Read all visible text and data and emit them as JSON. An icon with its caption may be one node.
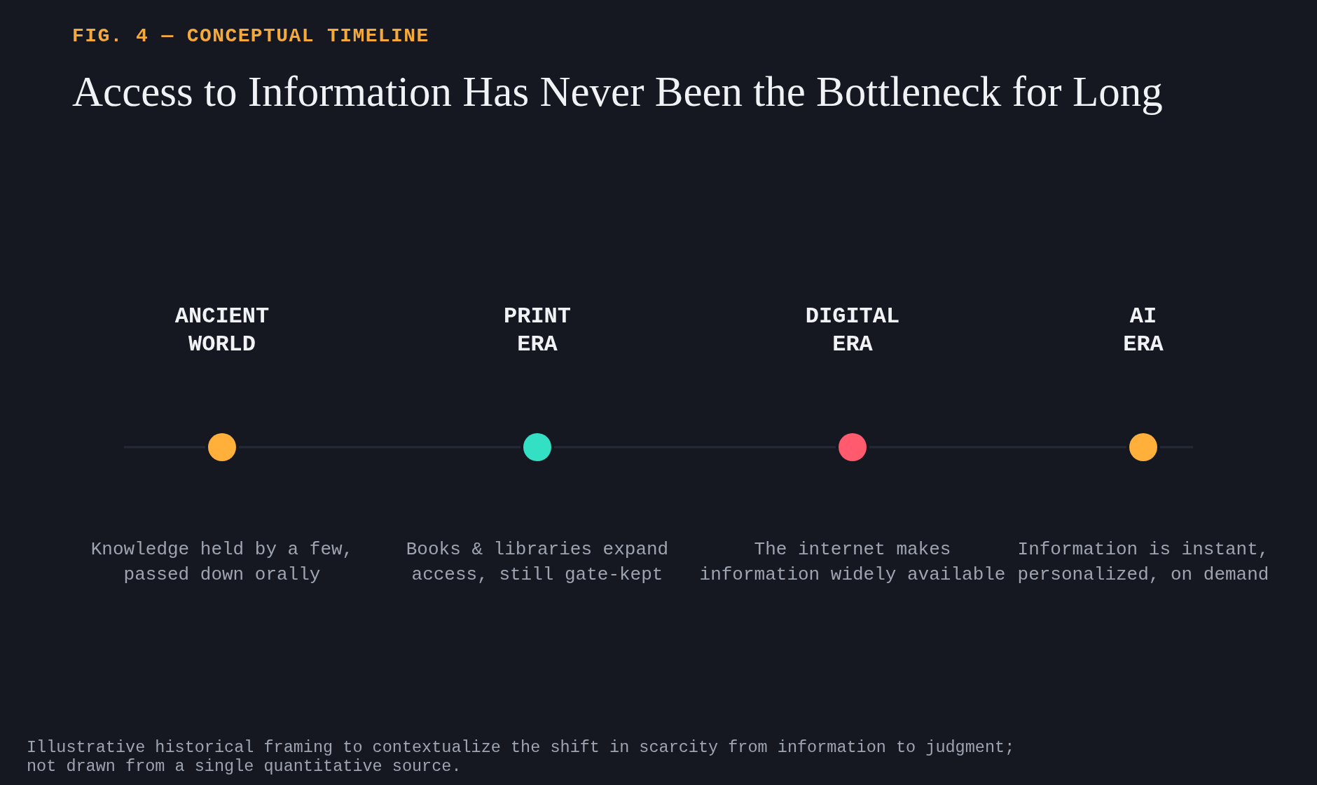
{
  "diagram": {
    "title": "Access to Information Has Never Been the Bottleneck for Long",
    "caption": "Illustrative historical framing to contextualize the shift in scarcity from information to judgment; not drawn from a single quantitative source.",
    "labels": [
      "FIG. 4 — CONCEPTUAL TIMELINE",
      "Knowledge held by a few, passed down orally",
      "Books & libraries expand access, still gate-kept",
      "The internet makes information widely available",
      "Information is instant, personalized, on demand"
    ],
    "nodes": [
      {
        "text": [],
        "shape": "circle",
        "beside": [
          "ANCIENT WORLD"
        ]
      },
      {
        "text": [],
        "shape": "circle",
        "beside": [
          "PRINT ERA"
        ]
      },
      {
        "text": [],
        "shape": "circle",
        "beside": [
          "DIGITAL ERA"
        ]
      },
      {
        "text": [],
        "shape": "circle",
        "beside": [
          "AI ERA"
        ]
      }
    ],
    "edges": [
      {
        "from": null,
        "to": 0,
        "arrow": "none"
      },
      {
        "from": 0,
        "to": 1,
        "arrow": "none"
      },
      {
        "from": 1,
        "to": 2,
        "arrow": "none"
      },
      {
        "from": 2,
        "to": 3,
        "arrow": "none"
      },
      {
        "from": 3,
        "to": null,
        "arrow": "none"
      }
    ]
  }
}
